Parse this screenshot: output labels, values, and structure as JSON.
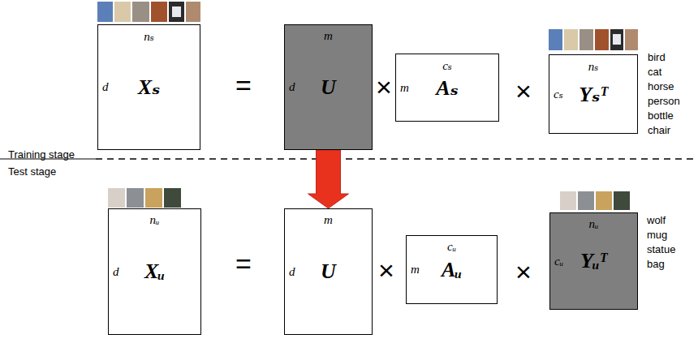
{
  "diagram": {
    "nodes": [
      {
        "text": [
          "nₛ",
          "d",
          "Xₛ"
        ]
      },
      {
        "text": [
          "m",
          "d",
          "U"
        ]
      },
      {
        "text": [
          "cₛ",
          "m",
          "Aₛ"
        ]
      },
      {
        "text": [
          "nₛ",
          "cₛ",
          "Yₛᵀ"
        ]
      },
      {
        "text": [
          "nᵤ",
          "d",
          "Xᵤ"
        ]
      },
      {
        "text": [
          "m",
          "d",
          "U"
        ]
      },
      {
        "text": [
          "cᵤ",
          "m",
          "Aᵤ"
        ]
      },
      {
        "text": [
          "nᵤ",
          "cᵤ",
          "Yᵤᵀ"
        ]
      }
    ],
    "edges": [
      {
        "from": 1,
        "to": 5,
        "arrow": "to"
      }
    ],
    "labels": [
      "Training stage",
      "Test stage",
      "=",
      "×",
      "×",
      "bird",
      "cat",
      "horse",
      "person",
      "bottle",
      "chair",
      "=",
      "×",
      "×",
      "wolf",
      "mug",
      "statue",
      "bag"
    ]
  }
}
